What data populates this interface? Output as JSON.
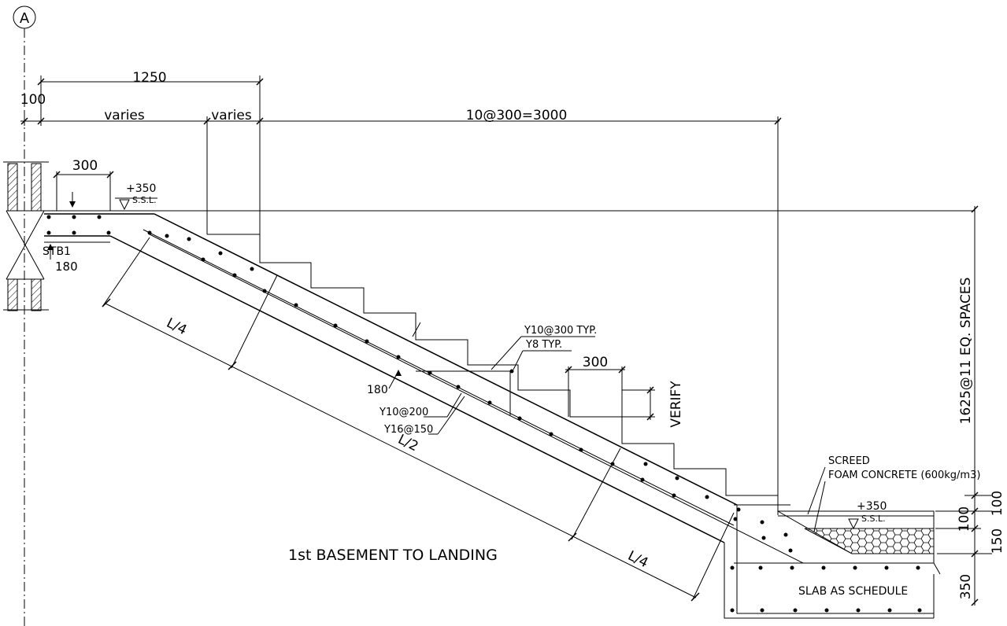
{
  "grid": {
    "label": "A"
  },
  "dims": {
    "top_1250": "1250",
    "left_100": "100",
    "varies_1": "varies",
    "varies_2": "varies",
    "goings": "10@300=3000",
    "left_300": "300",
    "right_300": "300",
    "verify": "VERIFY",
    "risers": "1625@11 EQ. SPACES",
    "right_100a": "100",
    "right_100b": "100",
    "right_150": "150",
    "right_350": "350"
  },
  "levels": {
    "top_level": "+350",
    "top_ssl": "S.S.L.",
    "bottom_level": "+350",
    "bottom_ssl": "S.S.L."
  },
  "labels": {
    "stb1": "STB1",
    "t180_top": "180",
    "t180_mid": "180",
    "y10_300": "Y10@300 TYP.",
    "y8": "Y8 TYP.",
    "y10_200": "Y10@200",
    "y16_150": "Y16@150",
    "l4_top": "L/4",
    "l2": "L/2",
    "l4_bottom": "L/4",
    "screed": "SCREED",
    "foam": "FOAM CONCRETE (600kg/m3)",
    "slab": "SLAB AS SCHEDULE",
    "title": "1st BASEMENT TO LANDING"
  }
}
